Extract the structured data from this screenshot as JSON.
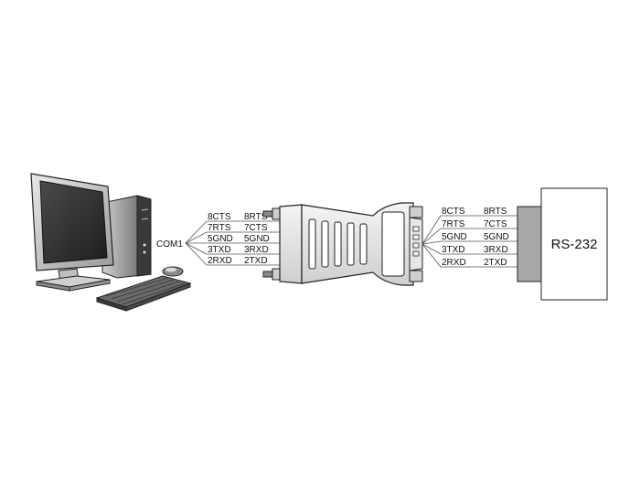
{
  "computer": {
    "port_label": "COM1"
  },
  "left_pinout": {
    "host_side": [
      "8CTS",
      "7RTS",
      "5GND",
      "3TXD",
      "2RXD"
    ],
    "adapter_side": [
      "8RTS",
      "7CTS",
      "5GND",
      "3RXD",
      "2TXD"
    ]
  },
  "right_pinout": {
    "adapter_side": [
      "8CTS",
      "7RTS",
      "5GND",
      "3TXD",
      "2RXD"
    ],
    "device_side": [
      "8RTS",
      "7CTS",
      "5GND",
      "3RXD",
      "2TXD"
    ]
  },
  "device": {
    "label": "RS-232"
  },
  "colors": {
    "stroke": "#222222",
    "wire": "#555555",
    "screen": "#2b2b2b",
    "metal": "#bdbdbd",
    "plug": "#a8a8a8"
  }
}
